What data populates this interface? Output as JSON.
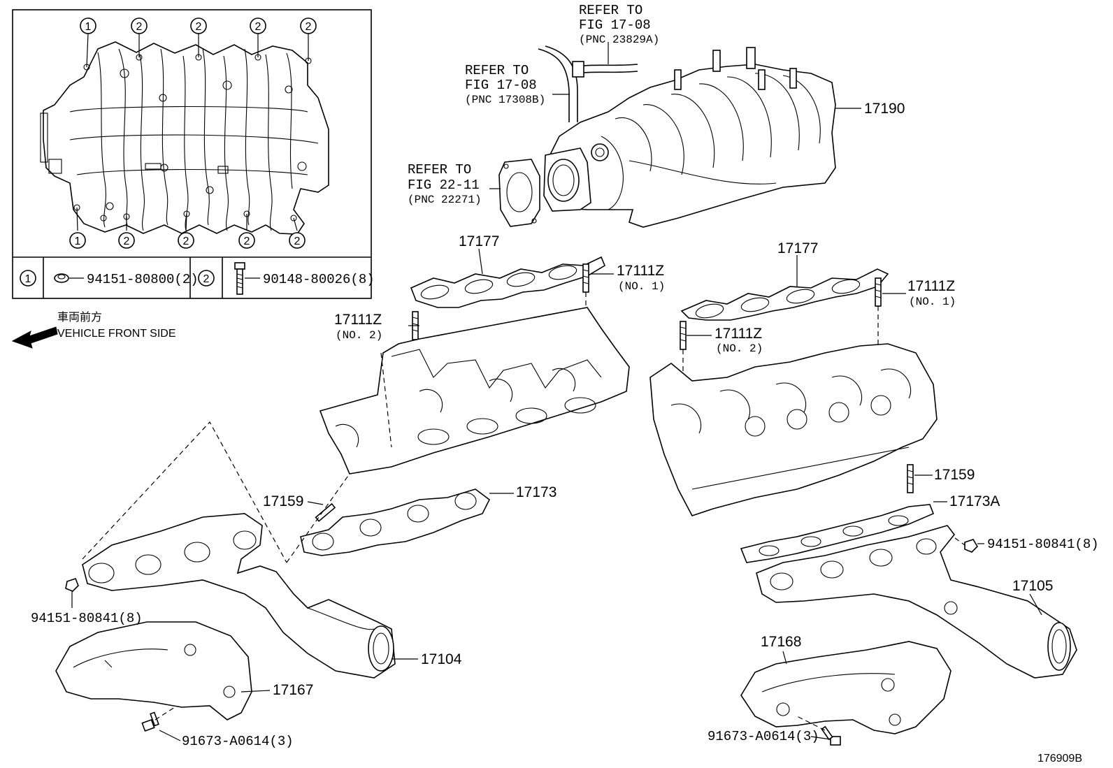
{
  "diagram_id": "176909B",
  "front_side": {
    "japanese": "車両前方",
    "english": "VEHICLE FRONT SIDE"
  },
  "inset": {
    "callout_1": "1",
    "callout_2": "2",
    "legend": [
      {
        "key": "1",
        "part": "94151-80800(2)"
      },
      {
        "key": "2",
        "part": "90148-80026(8)"
      }
    ]
  },
  "references": {
    "fig_17_08_a": {
      "line1": "REFER TO",
      "line2": "FIG 17-08",
      "line3": "(PNC 23829A)"
    },
    "fig_17_08_b": {
      "line1": "REFER TO",
      "line2": "FIG 17-08",
      "line3": "(PNC 17308B)"
    },
    "fig_22_11": {
      "line1": "REFER TO",
      "line2": "FIG 22-11",
      "line3": "(PNC 22271)"
    }
  },
  "parts": {
    "p17190": "17190",
    "p17177_left": "17177",
    "p17177_right": "17177",
    "p17111z_no1_left": "17111Z",
    "p17111z_no1_left_sub": "(NO. 1)",
    "p17111z_no2_left": "17111Z",
    "p17111z_no2_left_sub": "(NO. 2)",
    "p17111z_no1_right": "17111Z",
    "p17111z_no1_right_sub": "(NO. 1)",
    "p17111z_no2_right": "17111Z",
    "p17111z_no2_right_sub": "(NO. 2)",
    "p17159_left": "17159",
    "p17173": "17173",
    "p17159_right": "17159",
    "p17173a": "17173A",
    "p94151_left": "94151-80841(8)",
    "p94151_right": "94151-80841(8)",
    "p17105": "17105",
    "p17104": "17104",
    "p17167": "17167",
    "p17168": "17168",
    "p91673_left": "91673-A0614(3)",
    "p91673_right": "91673-A0614(3)"
  }
}
